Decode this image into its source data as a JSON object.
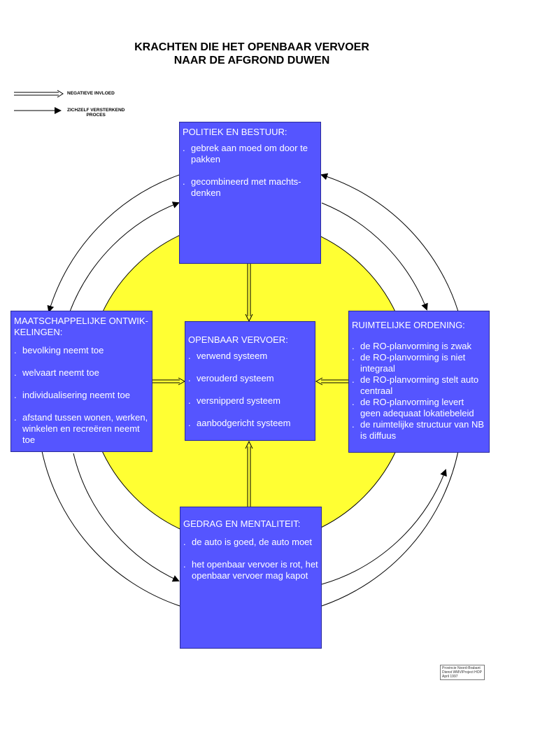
{
  "title": {
    "line1": "KRACHTEN DIE HET OPENBAAR VERVOER",
    "line2": "NAAR DE AFGROND DUWEN"
  },
  "legend": {
    "negative": "NEGATIEVE INVLOED",
    "self_line1": "ZICHZELF VERSTERKEND",
    "self_line2": "PROCES"
  },
  "boxes": {
    "politiek": {
      "header": "POLITIEK EN BESTUUR:",
      "items": [
        "gebrek aan moed om door te pakken",
        "gecombineerd met machts-denken"
      ]
    },
    "maatschappelijk": {
      "header_line1": "MAATSCHAPPELIJKE ONTWIK-",
      "header_line2": "KELINGEN:",
      "items": [
        "bevolking neemt toe",
        "welvaart neemt toe",
        "individualisering neemt toe",
        "afstand tussen wonen, werken, winkelen en recreëren neemt toe"
      ]
    },
    "openbaar": {
      "header": "OPENBAAR VERVOER:",
      "items": [
        "verwend systeem",
        "verouderd systeem",
        "versnipperd systeem",
        "aanbodgericht systeem"
      ]
    },
    "ruimtelijk": {
      "header": "RUIMTELIJKE ORDENING:",
      "items": [
        "de RO-planvorming is zwak",
        "de RO-planvorming is niet integraal",
        "de RO-planvorming stelt auto centraal",
        "de RO-planvorming levert geen adequaat lokatiebeleid",
        "de ruimtelijke structuur van NB is diffuus"
      ]
    },
    "gedrag": {
      "header": "GEDRAG EN MENTALITEIT:",
      "items": [
        "de auto is goed, de auto moet",
        "het openbaar vervoer is rot, het openbaar vervoer mag kapot"
      ]
    }
  },
  "bullet": ".",
  "footer": {
    "line1": "Provincie Noord-Brabant",
    "line2": "Dienst WMV/Project HOP",
    "line3": "April 1997"
  },
  "colors": {
    "box_fill": "#5555ff",
    "circle_fill": "#ffff33",
    "box_text": "#ffffff"
  }
}
